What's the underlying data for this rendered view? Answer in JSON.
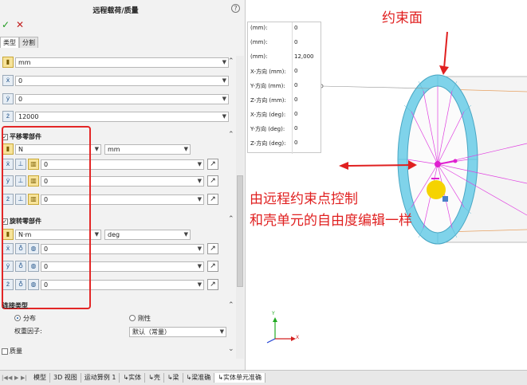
{
  "panel": {
    "title": "远程载荷/质量",
    "help": "?",
    "ok": "✓",
    "cancel": "✕",
    "tabs": [
      "类型",
      "分割"
    ],
    "units_field": "mm",
    "ref_x": "0",
    "ref_y": "0",
    "ref_z": "12000",
    "translation_section": "平移零部件",
    "force_unit": "N",
    "length_unit": "mm",
    "trans_values": [
      "0",
      "0",
      "0"
    ],
    "rotation_section": "旋转零部件",
    "moment_unit": "N·m",
    "angle_unit": "deg",
    "rot_values": [
      "0",
      "0",
      "0"
    ],
    "connection_section": "连接类型",
    "dist_label": "分布",
    "rigid_label": "刚性",
    "weight_label": "权重因子:",
    "weight_value": "默认（常量）",
    "mass_section": "质量"
  },
  "table": {
    "rows": [
      {
        "k": "(mm):",
        "v": "0"
      },
      {
        "k": "(mm):",
        "v": "0"
      },
      {
        "k": "(mm):",
        "v": "12,000"
      },
      {
        "k": "X-方向 (mm):",
        "v": "0"
      },
      {
        "k": "Y-方向 (mm):",
        "v": "0"
      },
      {
        "k": "Z-方向 (mm):",
        "v": "0"
      },
      {
        "k": "X-方向 (deg):",
        "v": "0"
      },
      {
        "k": "Y-方向 (deg):",
        "v": "0"
      },
      {
        "k": "Z-方向 (deg):",
        "v": "0"
      }
    ]
  },
  "annotations": {
    "face": "约束面",
    "line1": "由远程约束点控制",
    "line2": "和壳单元的自由度编辑一样"
  },
  "bottom_tabs": [
    "模型",
    "3D 视图",
    "运动算例 1",
    "实体",
    "壳",
    "梁",
    "梁准确",
    "实体单元准确"
  ],
  "triad": {
    "y": "Y",
    "x": "X"
  },
  "colors": {
    "accent_red": "#e02020",
    "cylinder": "#7fd3ea",
    "pink": "#e040e0"
  }
}
